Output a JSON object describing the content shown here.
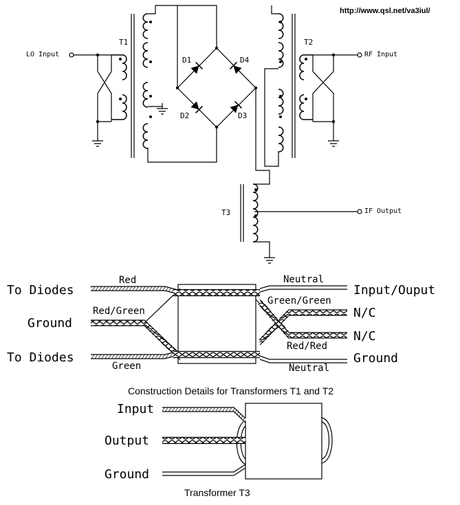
{
  "url": "http://www.qsl.net/va3iul/",
  "schematic": {
    "t1": "T1",
    "t2": "T2",
    "t3": "T3",
    "d1": "D1",
    "d2": "D2",
    "d3": "D3",
    "d4": "D4",
    "lo_input": "LO Input",
    "rf_input": "RF Input",
    "if_output": "IF Output"
  },
  "t1t2_detail": {
    "to_diodes_top": "To Diodes",
    "ground_left": "Ground",
    "to_diodes_bottom": "To Diodes",
    "red": "Red",
    "red_green": "Red/Green",
    "green": "Green",
    "neutral_top": "Neutral",
    "green_green": "Green/Green",
    "red_red": "Red/Red",
    "neutral_bottom": "Neutral",
    "input_output": "Input/Ouput",
    "nc_top": "N/C",
    "nc_bottom": "N/C",
    "ground_right": "Ground",
    "caption": "Construction Details for Transformers T1 and T2"
  },
  "t3_detail": {
    "input": "Input",
    "output": "Output",
    "ground": "Ground",
    "caption": "Transformer T3"
  }
}
